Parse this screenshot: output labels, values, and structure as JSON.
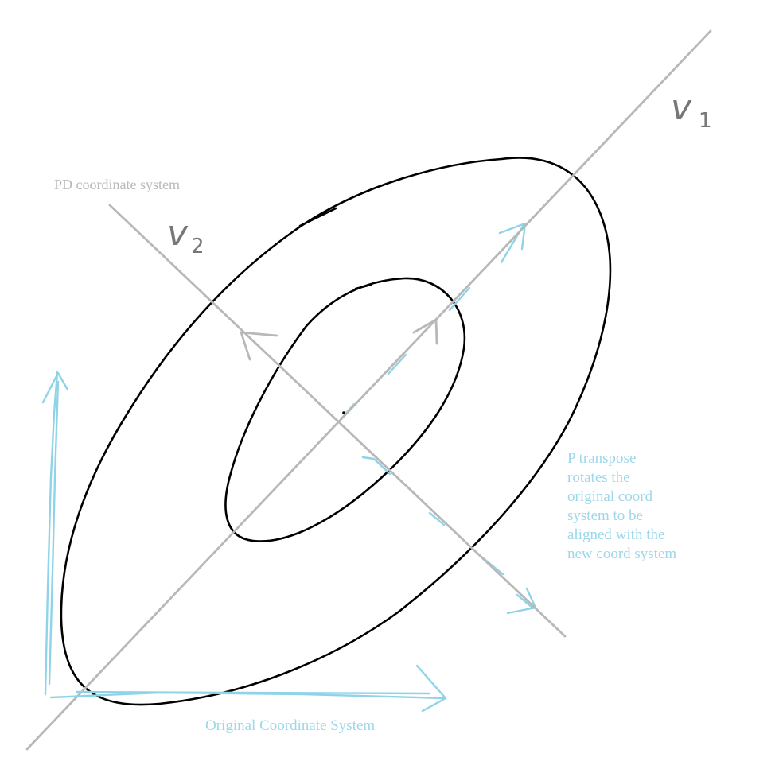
{
  "labels": {
    "pd_coordinate_system": "PD coordinate system",
    "original_coordinate_system": "Original Coordinate System",
    "note_lines": [
      "P transpose",
      "rotates the",
      "original coord",
      "system to be",
      "aligned with the",
      "new coord system"
    ],
    "v1": {
      "letter": "v",
      "subscript": "1"
    },
    "v2": {
      "letter": "v",
      "subscript": "2"
    }
  },
  "colors": {
    "background": "#ffffff",
    "ellipse_stroke": "#000000",
    "pd_axis": "#b8b8b8",
    "original_axis": "#8fd3e8",
    "pd_label_text": "#b8b8b8",
    "original_label_text": "#9dd7ea",
    "handwritten_v": "#777777"
  }
}
